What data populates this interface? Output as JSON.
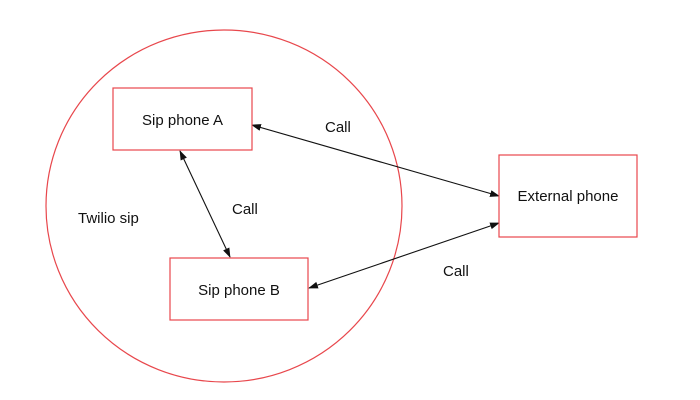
{
  "colors": {
    "node_border": "#e8474c",
    "edge": "#111111",
    "text": "#111111",
    "background": "#ffffff"
  },
  "boundary": {
    "label": "Twilio sip"
  },
  "nodes": {
    "sip_phone_a": "Sip phone A",
    "sip_phone_b": "Sip phone B",
    "external_phone": "External phone"
  },
  "edges": {
    "a_to_b": "Call",
    "a_to_external": "Call",
    "b_to_external": "Call"
  }
}
